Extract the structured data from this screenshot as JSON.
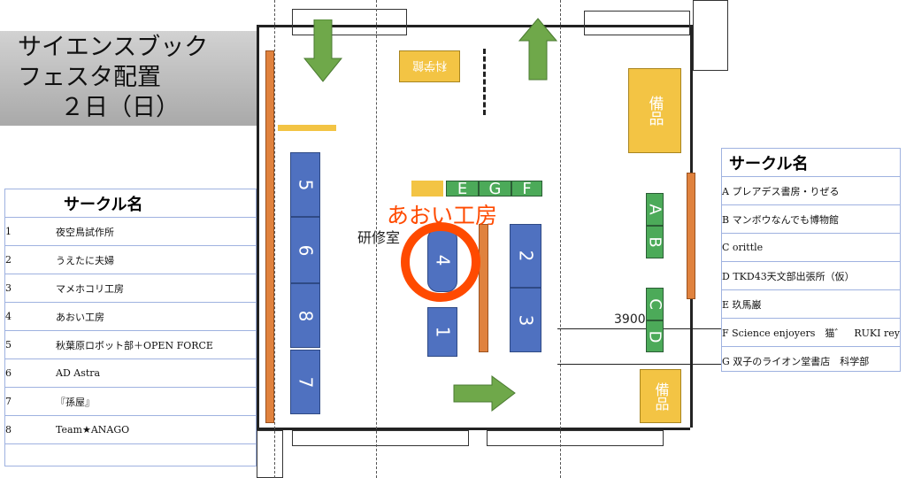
{
  "title": {
    "line1": "サイエンスブック",
    "line2": "フェスタ配置",
    "line3": "２日（日）"
  },
  "room_label": "研修室",
  "highlight_label": "あおい工房",
  "dimension_label": "3900",
  "science_museum_label": "科学館",
  "equipment_label": "備品",
  "tables_numbered": [
    "5",
    "6",
    "8",
    "7",
    "4",
    "1",
    "2",
    "3"
  ],
  "tables_lettered": {
    "E": "E",
    "G": "G",
    "F": "F",
    "A": "A",
    "B": "B",
    "C": "C",
    "D": "D"
  },
  "colors": {
    "table": "#4f71c0",
    "letter_table": "#4caa59",
    "highlight": "#ff4a00",
    "partition": "#e0823e",
    "equipment": "#f3c444",
    "arrow": "#6fa84a"
  },
  "left_table": {
    "header": "サークル名",
    "rows": [
      {
        "num": "1",
        "name": "夜空鳥試作所"
      },
      {
        "num": "2",
        "name": "うえたに夫婦"
      },
      {
        "num": "3",
        "name": "マメホコリ工房"
      },
      {
        "num": "4",
        "name": "あおい工房"
      },
      {
        "num": "5",
        "name": "秋葉原ロボット部＋OPEN FORCE"
      },
      {
        "num": "6",
        "name": "AD Astra"
      },
      {
        "num": "7",
        "name": "『孫屋』"
      },
      {
        "num": "8",
        "name": "Team★ANAGO"
      }
    ]
  },
  "right_table": {
    "header": "サークル名",
    "rows": [
      "A プレアデス書房・りぜる",
      "B マンボウなんでも博物館",
      "C orittle",
      "D TKD43天文部出張所（仮）",
      "E 玖馬巌",
      "F Science enjoyers　猫゛　RUKI  rey",
      "G 双子のライオン堂書店　科学部"
    ]
  }
}
